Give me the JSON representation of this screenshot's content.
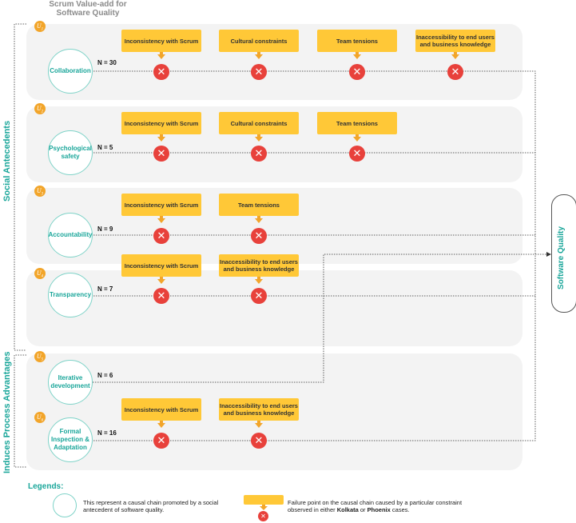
{
  "title": "Scrum Value-add for Software Quality",
  "side_labels": {
    "social": "Social Antecedents",
    "process": "Induces Process Advantages"
  },
  "outcome": "Software Quality",
  "rows": [
    {
      "badge": "1",
      "name": "Collaboration",
      "n": "N = 30",
      "constraints": [
        "Inconsistency with Scrum",
        "Cultural constraints",
        "Team tensions",
        "Inaccessibility to end users and business knowledge"
      ]
    },
    {
      "badge": "2",
      "name": "Psychological safety",
      "n": "N = 5",
      "constraints": [
        "Inconsistency with Scrum",
        "Cultural constraints",
        "Team tensions"
      ]
    },
    {
      "badge": "3",
      "name": "Accountability",
      "n": "N = 9",
      "constraints": [
        "Inconsistency with Scrum",
        "Team tensions"
      ]
    },
    {
      "badge": "4",
      "name": "Transparency",
      "n": "N = 7",
      "constraints": [
        "Inconsistency with Scrum",
        "Inaccessibility to end users and business knowledge"
      ]
    },
    {
      "badge": "5",
      "name": "Iterative development",
      "n": "N = 6",
      "constraints": []
    },
    {
      "badge": "6",
      "name": "Formal Inspection & Adaptation",
      "n": "N = 16",
      "constraints": [
        "Inconsistency with Scrum",
        "Inaccessibility to end users and business knowledge"
      ]
    }
  ],
  "legend": {
    "title": "Legends:",
    "circle_text": "This represent a causal chain promoted by a social antecedent of software quality.",
    "failure_text_pre": "Failure point on the causal chain caused by a particular constraint observed in either ",
    "kolkata": "Kolkata",
    "or": " or ",
    "phoenix": "Phoenix",
    "failure_text_post": " cases."
  },
  "colors": {
    "accent": "#1aa69a",
    "constraint": "#ffc837",
    "failure": "#e8413b",
    "badge": "#f2a52a"
  }
}
